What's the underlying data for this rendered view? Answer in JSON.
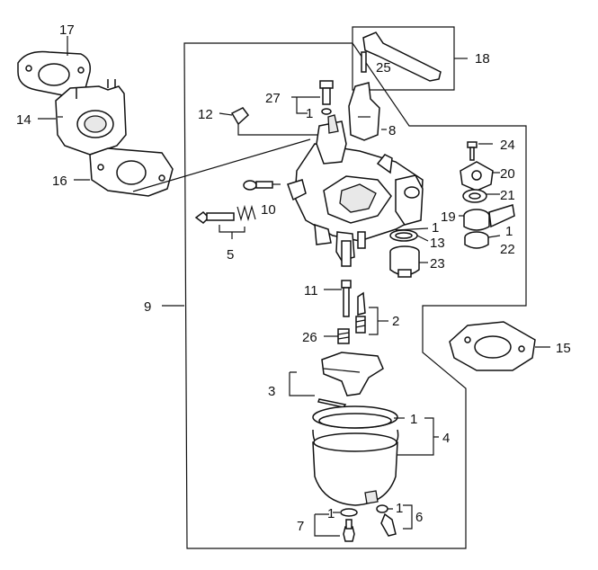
{
  "callouts": {
    "n1a": "1",
    "n1b": "1",
    "n1c": "1",
    "n1d": "1",
    "n1e": "1",
    "n1f": "1",
    "n2": "2",
    "n3": "3",
    "n4": "4",
    "n5": "5",
    "n6": "6",
    "n7": "7",
    "n8": "8",
    "n9": "9",
    "n10": "10",
    "n11": "11",
    "n12": "12",
    "n13": "13",
    "n14": "14",
    "n15": "15",
    "n16": "16",
    "n17": "17",
    "n18": "18",
    "n19": "19",
    "n20": "20",
    "n21": "21",
    "n22": "22",
    "n23": "23",
    "n24": "24",
    "n25": "25",
    "n26": "26",
    "n27": "27"
  }
}
